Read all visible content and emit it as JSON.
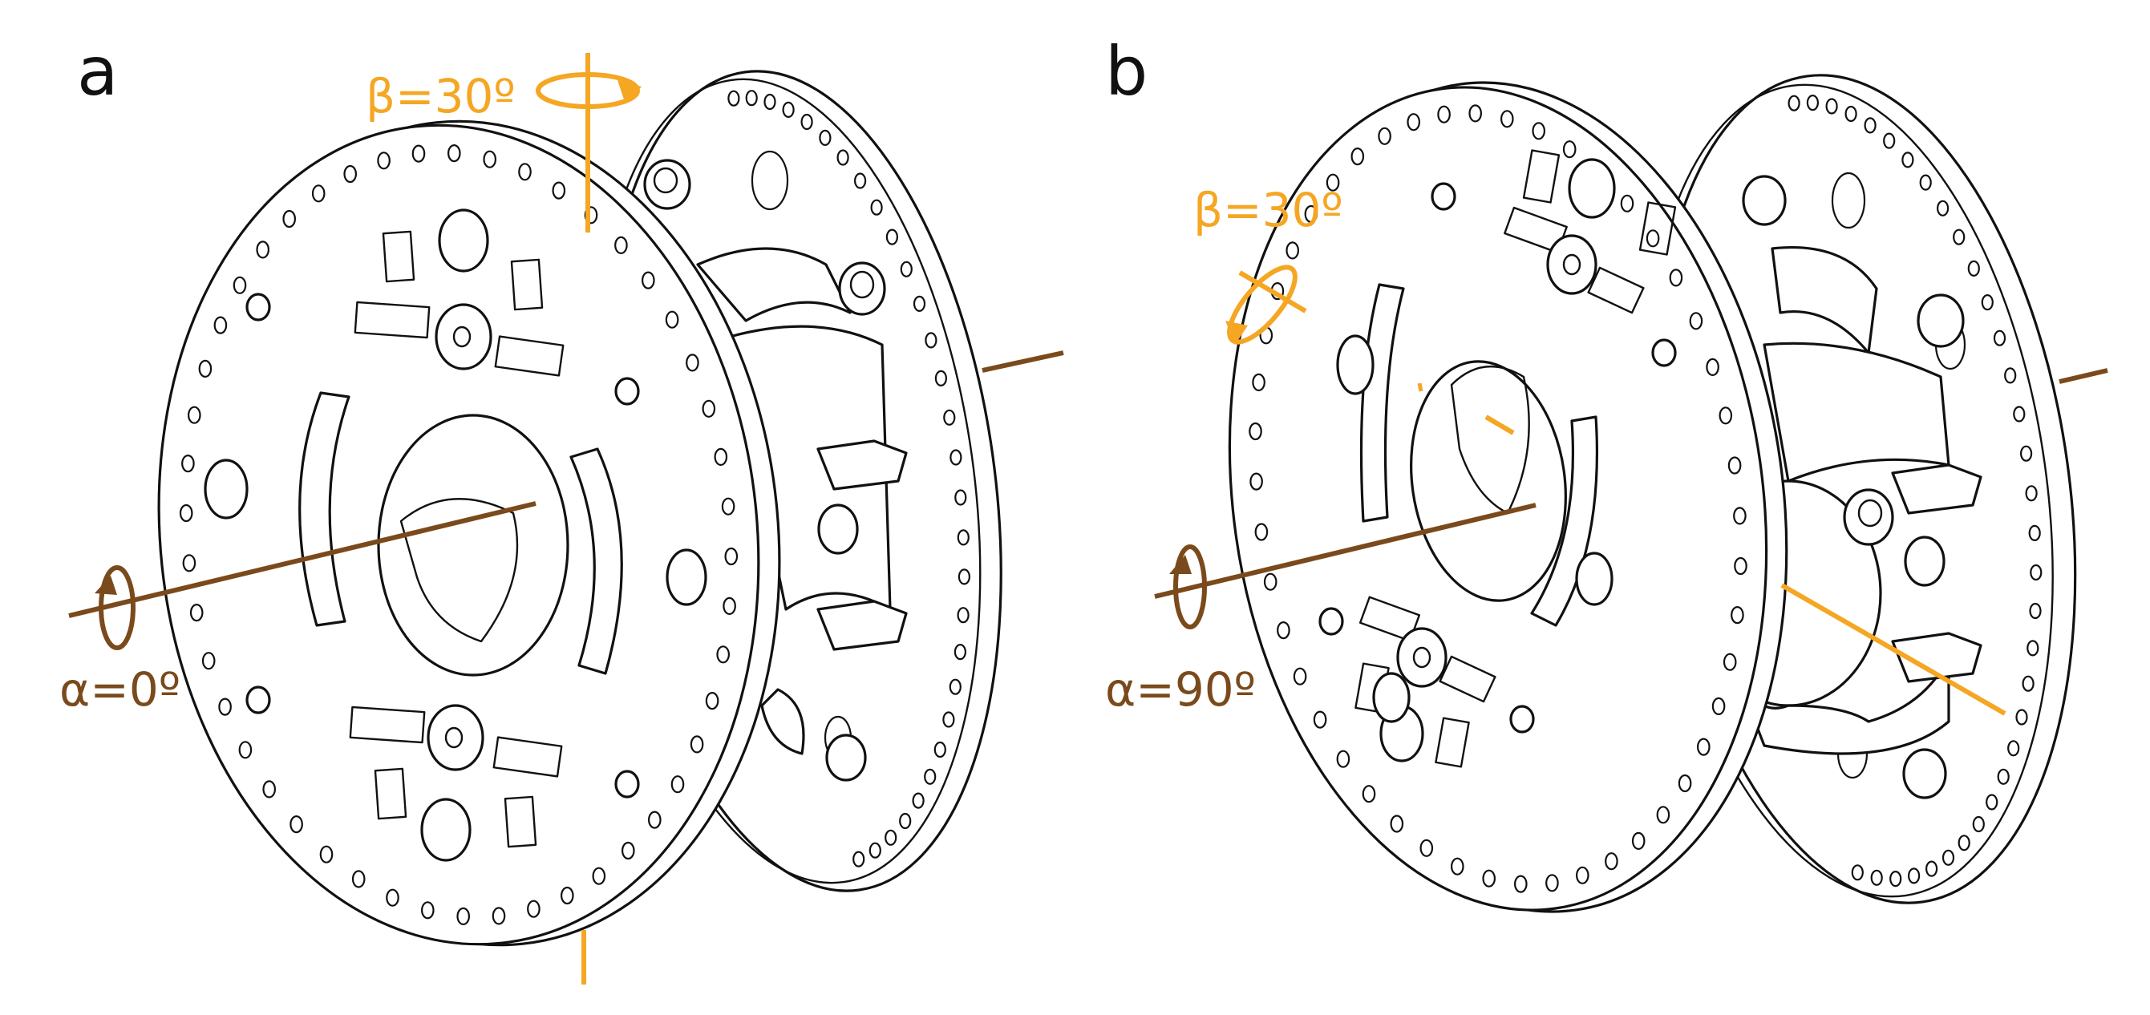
{
  "colors": {
    "alpha_axis": "#7a4a1c",
    "beta_axis": "#f5a623",
    "line": "#111111",
    "background": "#ffffff"
  },
  "panels": [
    {
      "letter": "a",
      "alpha_label": "α=0º",
      "beta_label": "β=30º",
      "alpha_deg": 0,
      "beta_deg": 30
    },
    {
      "letter": "b",
      "alpha_label": "α=90º",
      "beta_label": "β=30º",
      "alpha_deg": 90,
      "beta_deg": 30
    }
  ]
}
